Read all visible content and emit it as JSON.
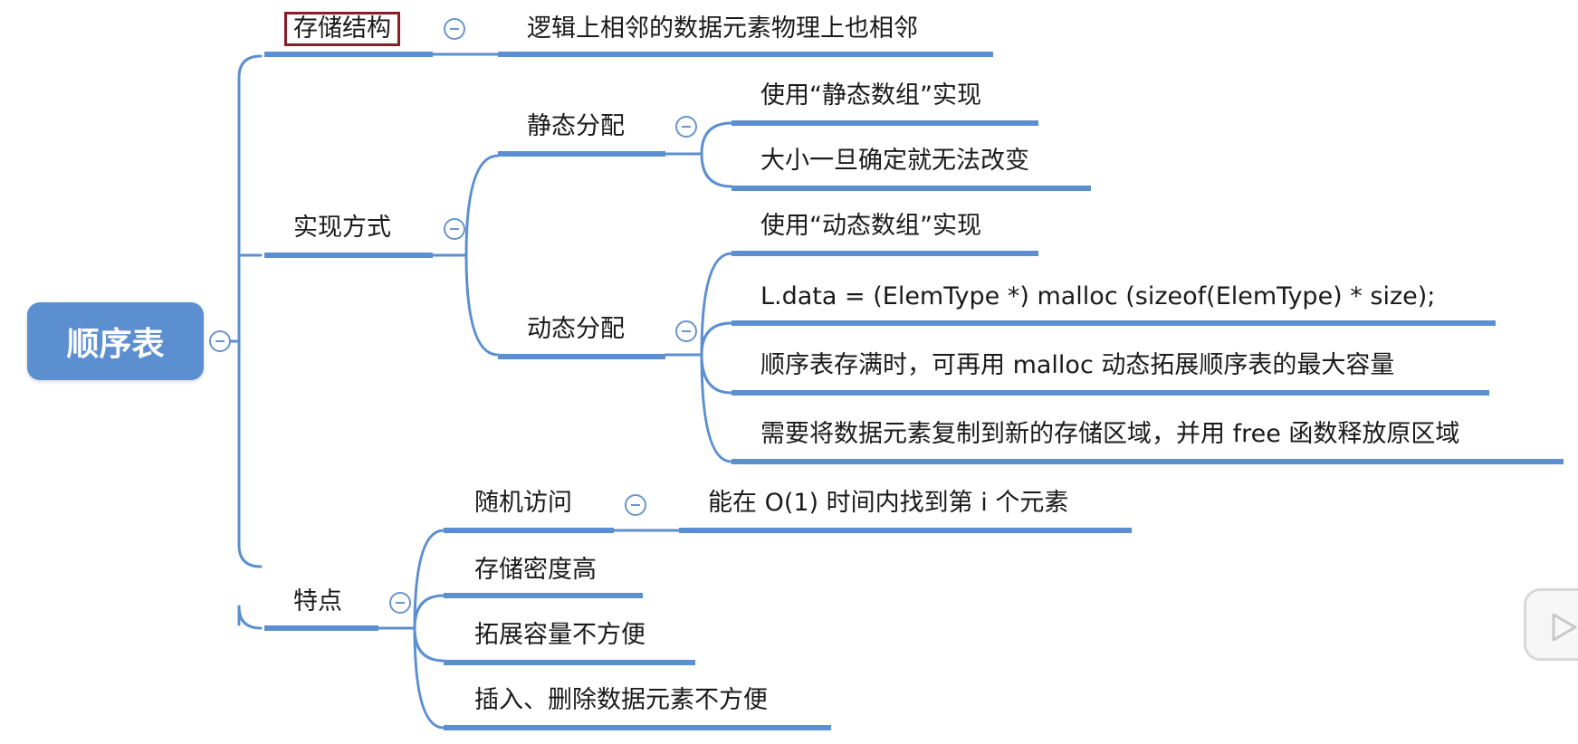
{
  "mindmap": {
    "root": "顺序表",
    "branches": [
      {
        "label": "存储结构",
        "children": [
          "逻辑上相邻的数据元素物理上也相邻"
        ]
      },
      {
        "label": "实现方式",
        "children": [
          {
            "label": "静态分配",
            "children": [
              "使用“静态数组”实现",
              "大小一旦确定就无法改变"
            ]
          },
          {
            "label": "动态分配",
            "children": [
              "使用“动态数组”实现",
              "L.data = (ElemType *) malloc (sizeof(ElemType) * size);",
              "顺序表存满时，可再用 malloc 动态拓展顺序表的最大容量",
              "需要将数据元素复制到新的存储区域，并用 free 函数释放原区域"
            ]
          }
        ]
      },
      {
        "label": "特点",
        "children": [
          {
            "label": "随机访问",
            "children": [
              "能在 O(1) 时间内找到第 i 个元素"
            ]
          },
          "存储密度高",
          "拓展容量不方便",
          "插入、删除数据元素不方便"
        ]
      }
    ],
    "selected": "存储结构"
  },
  "colors": {
    "line": "#5b8fd0",
    "root_fill": "#5b8fd0",
    "selection_border": "#8b1d24"
  },
  "icons": {
    "collapse": "minus-circle-icon",
    "player": "play-button-icon"
  }
}
